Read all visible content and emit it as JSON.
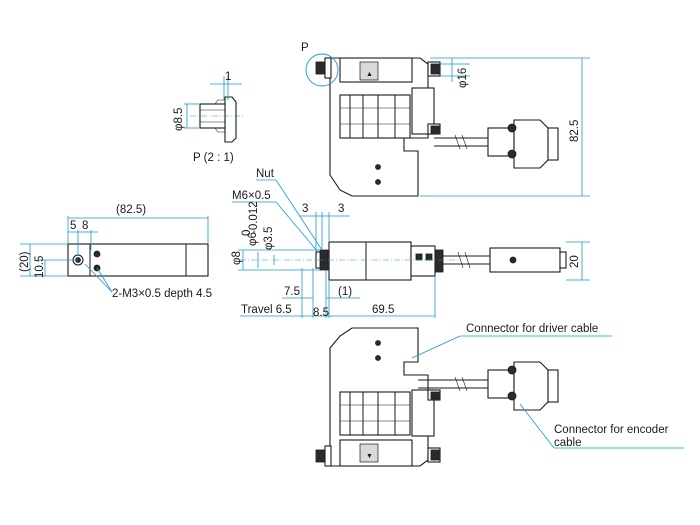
{
  "labels": {
    "detail_marker": "P",
    "detail_caption": "P (2 : 1)",
    "detail_width": "1",
    "detail_dia": "φ8.5",
    "top_dia": "φ16",
    "height": "82.5",
    "nut": "Nut",
    "thread": "M6×0.5",
    "dia6": "φ6",
    "dia6_tol_upper": "0",
    "dia6_tol_lower": "-0.012",
    "dia35": "φ3.5",
    "dia8": "φ8",
    "dim3_left": "3",
    "dim3_right": "3",
    "side_length": "(82.5)",
    "side_dim_a": "5",
    "side_dim_b": "8",
    "side_height_outer": "(20)",
    "side_height_inner": "10.5",
    "side_holes": "2-M3×0.5 depth 4.5",
    "dim_75": "7.5",
    "dim_1": "(1)",
    "travel": "Travel 6.5",
    "dim_85": "8.5",
    "dim_695": "69.5",
    "width20": "20",
    "connector_driver": "Connector for driver cable",
    "connector_encoder_l1": "Connector for encoder",
    "connector_encoder_l2": "cable"
  },
  "colors": {
    "dimension": "#1a9ad6",
    "outline": "#1a1a1a"
  }
}
